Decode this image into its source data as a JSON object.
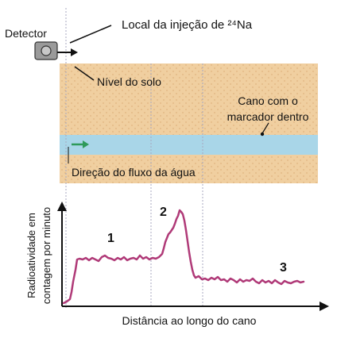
{
  "labels": {
    "detector": "Detector",
    "injection_site": "Local da injeção de ²⁴Na",
    "ground_level": "Nível do solo",
    "pipe_marker_line1": "Cano com o",
    "pipe_marker_line2": "marcador dentro",
    "flow_direction": "Direção do fluxo da água"
  },
  "graph": {
    "ylabel_line1": "Radioatividade em",
    "ylabel_line2": "contagem por minuto",
    "xlabel": "Distância ao longo do cano",
    "region_1": "1",
    "region_2": "2",
    "region_3": "3"
  },
  "colors": {
    "soil": "#f0cfa0",
    "pipe": "#a9d6e8",
    "curve": "#b03a78",
    "flow_arrow": "#2e9a5a",
    "guide_line": "#a8a8c0"
  }
}
